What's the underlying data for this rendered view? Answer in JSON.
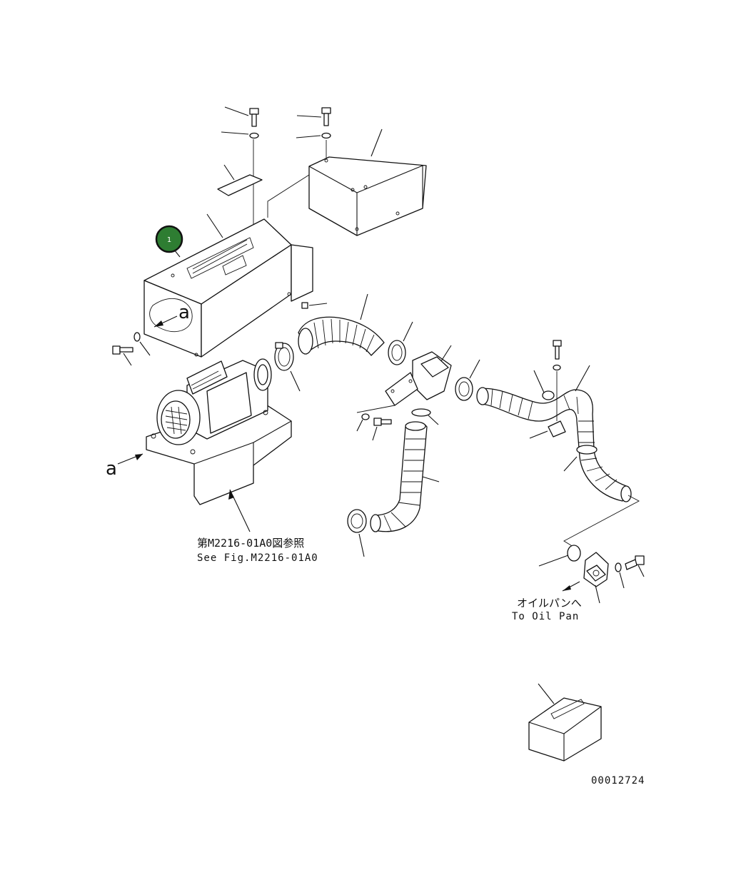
{
  "callout": {
    "number": "1",
    "color": "#2e7d32"
  },
  "view_marker": "a",
  "reference": {
    "jp": "第M2216-01A0図参照",
    "en": "See Fig.M2216-01A0"
  },
  "destination": {
    "jp": "オイルパンへ",
    "en": "To Oil Pan"
  },
  "drawing_number": "00012724"
}
